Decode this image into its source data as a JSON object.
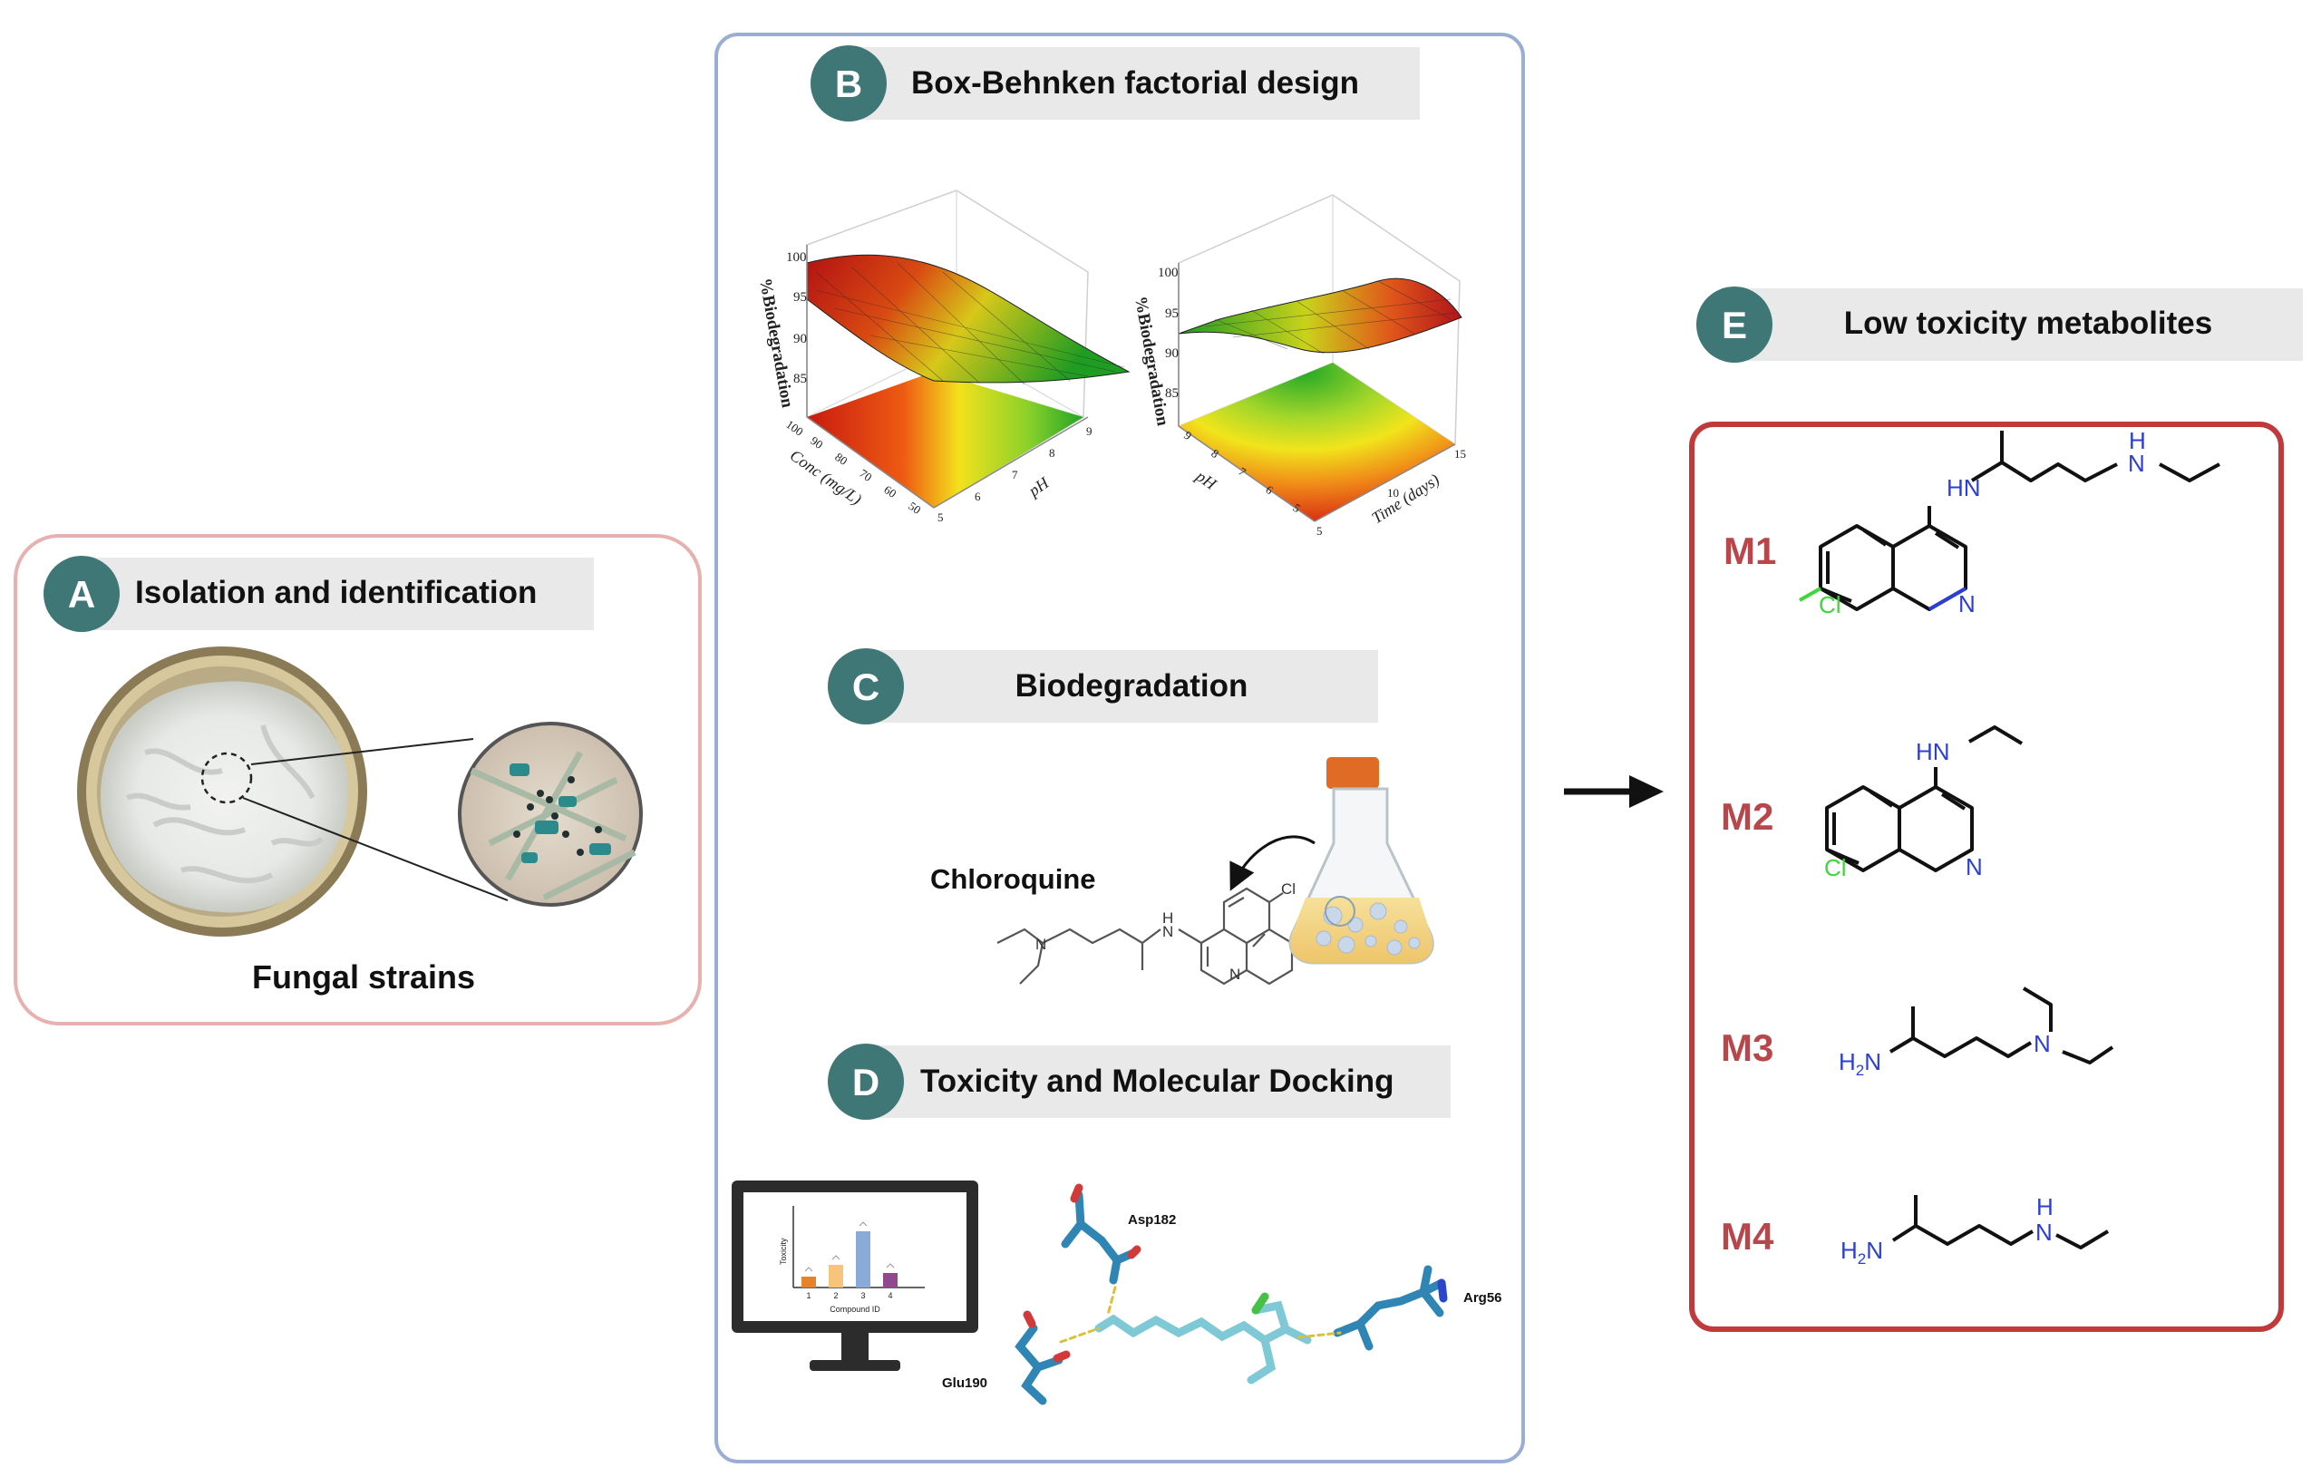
{
  "colors": {
    "badge": "#3f7777",
    "bar": "#e9e9e9",
    "panel_a_border": "#e8b0ae",
    "panel_b_border": "#9aaed3",
    "panel_e_border": "#c0393b",
    "metabolite_label": "#b9464b",
    "nitrogen": "#2b3fd6",
    "chlorine": "#3fd63a",
    "text": "#111111"
  },
  "panel_a": {
    "badge": "A",
    "title": "Isolation and identification",
    "caption": "Fungal strains"
  },
  "panel_b": {
    "badge": "B",
    "title": "Box-Behnken factorial design",
    "plot1": {
      "zlabel": "%Biodegradation",
      "zticks": [
        "100",
        "95",
        "90",
        "85"
      ],
      "xlabel": "Conc (mg/L)",
      "xticks": [
        "100",
        "90",
        "80",
        "70",
        "60",
        "50"
      ],
      "ylabel": "pH",
      "yticks": [
        "5",
        "6",
        "7",
        "8",
        "9"
      ]
    },
    "plot2": {
      "zlabel": "%Biodegradation",
      "zticks": [
        "100",
        "95",
        "90",
        "85"
      ],
      "xlabel": "pH",
      "xticks": [
        "9",
        "8",
        "7",
        "6",
        "5"
      ],
      "ylabel": "Time (days)",
      "yticks": [
        "5",
        "10",
        "15"
      ]
    }
  },
  "panel_c": {
    "badge": "C",
    "title": "Biodegradation",
    "compound": "Chloroquine",
    "atoms": {
      "n": "N",
      "hn": "H\nN",
      "cl": "Cl"
    }
  },
  "panel_d": {
    "badge": "D",
    "title": "Toxicity and Molecular Docking",
    "monitor_chart": {
      "ylabel": "Toxicity",
      "xlabel": "Compound ID",
      "categories": [
        "1",
        "2",
        "3",
        "4"
      ]
    },
    "residues": [
      "Asp182",
      "Glu190",
      "Arg56"
    ]
  },
  "panel_e": {
    "badge": "E",
    "title": "Low toxicity metabolites",
    "metabolites": [
      {
        "label": "M1"
      },
      {
        "label": "M2"
      },
      {
        "label": "M3"
      },
      {
        "label": "M4"
      }
    ],
    "atoms": {
      "hn": "HN",
      "h": "H",
      "n": "N",
      "cl": "Cl",
      "h2n_h": "H",
      "h2n_2": "2",
      "h2n_n": "N"
    }
  }
}
